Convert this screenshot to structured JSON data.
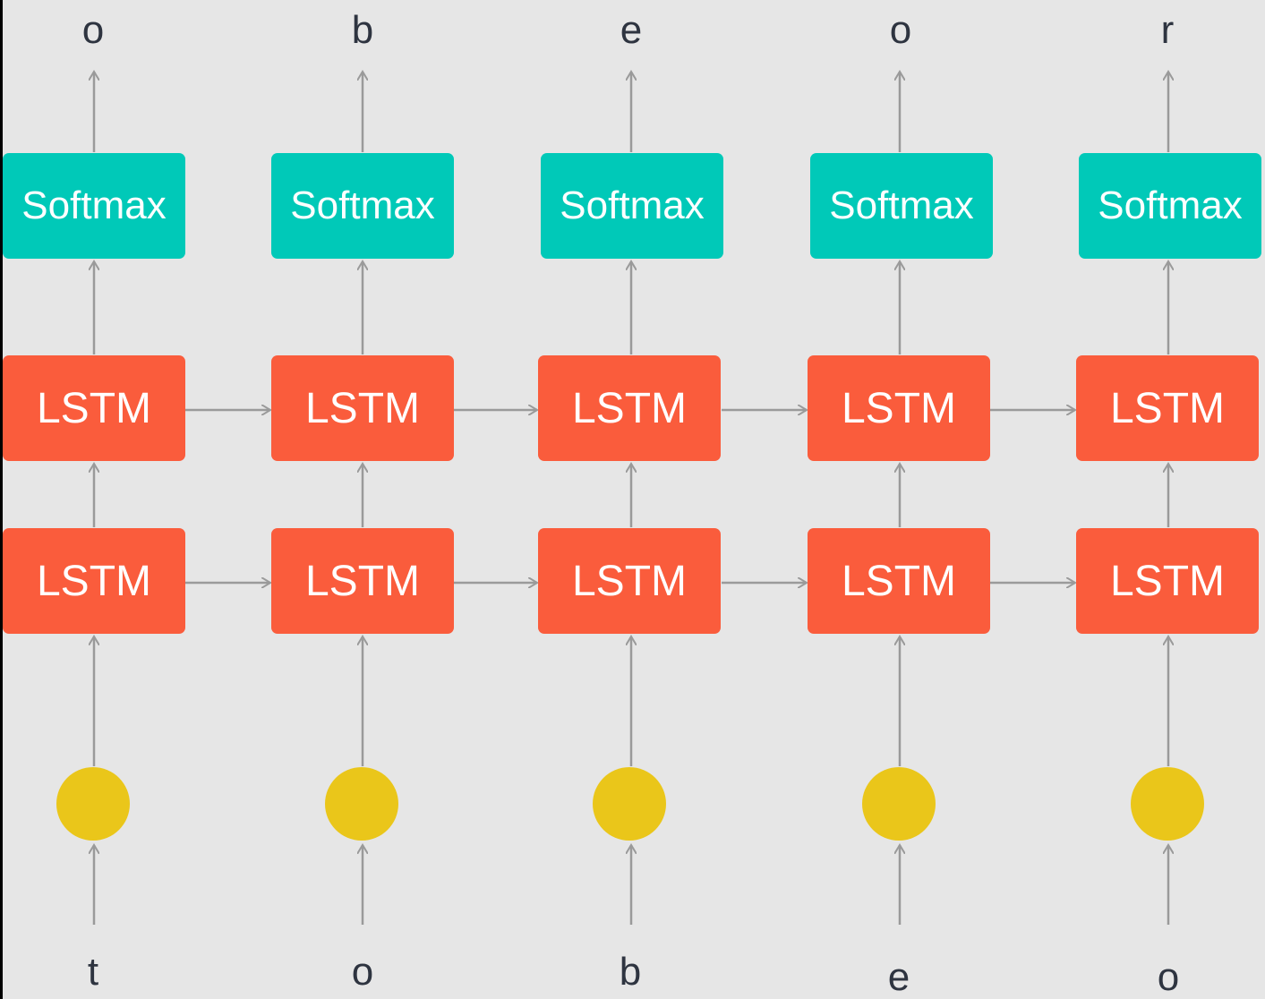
{
  "colors": {
    "background": "#e6e6e6",
    "softmax": "#00c9b8",
    "lstm": "#fa5c3c",
    "embedding": "#eac61a",
    "arrow": "#9a9a9a",
    "text": "#2e3440"
  },
  "columns": [
    {
      "input": "t",
      "output": "o",
      "softmax_label": "Softmax",
      "lstm_upper_label": "LSTM",
      "lstm_lower_label": "LSTM"
    },
    {
      "input": "o",
      "output": "b",
      "softmax_label": "Softmax",
      "lstm_upper_label": "LSTM",
      "lstm_lower_label": "LSTM"
    },
    {
      "input": "b",
      "output": "e",
      "softmax_label": "Softmax",
      "lstm_upper_label": "LSTM",
      "lstm_lower_label": "LSTM"
    },
    {
      "input": "e",
      "output": "o",
      "softmax_label": "Softmax",
      "lstm_upper_label": "LSTM",
      "lstm_lower_label": "LSTM"
    },
    {
      "input": "o",
      "output": "r",
      "softmax_label": "Softmax",
      "lstm_upper_label": "LSTM",
      "lstm_lower_label": "LSTM"
    }
  ]
}
